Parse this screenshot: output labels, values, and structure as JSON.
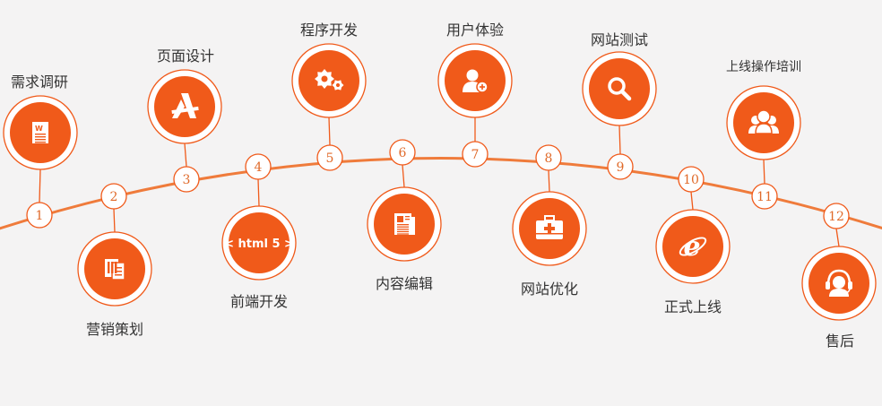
{
  "colors": {
    "primary": "#f05a1a",
    "curve": "#ef7b3b",
    "number_text": "#e06a2a",
    "label_text": "#333333",
    "background": "#f4f3f3"
  },
  "steps": [
    {
      "number": "1",
      "label": "需求调研",
      "icon": "document-icon"
    },
    {
      "number": "2",
      "label": "营销策划",
      "icon": "clipboard-icon"
    },
    {
      "number": "3",
      "label": "页面设计",
      "icon": "design-tools-icon"
    },
    {
      "number": "4",
      "label": "前端开发",
      "icon": "html5-icon",
      "icon_text": "< html 5 >"
    },
    {
      "number": "5",
      "label": "程序开发",
      "icon": "gears-icon"
    },
    {
      "number": "6",
      "label": "内容编辑",
      "icon": "newspaper-icon"
    },
    {
      "number": "7",
      "label": "用户体验",
      "icon": "user-add-icon"
    },
    {
      "number": "8",
      "label": "网站优化",
      "icon": "toolbox-icon"
    },
    {
      "number": "9",
      "label": "网站测试",
      "icon": "search-icon"
    },
    {
      "number": "10",
      "label": "正式上线",
      "icon": "ie-browser-icon"
    },
    {
      "number": "11",
      "label": "上线操作培训",
      "icon": "users-group-icon"
    },
    {
      "number": "12",
      "label": "售后",
      "icon": "headset-support-icon"
    }
  ]
}
